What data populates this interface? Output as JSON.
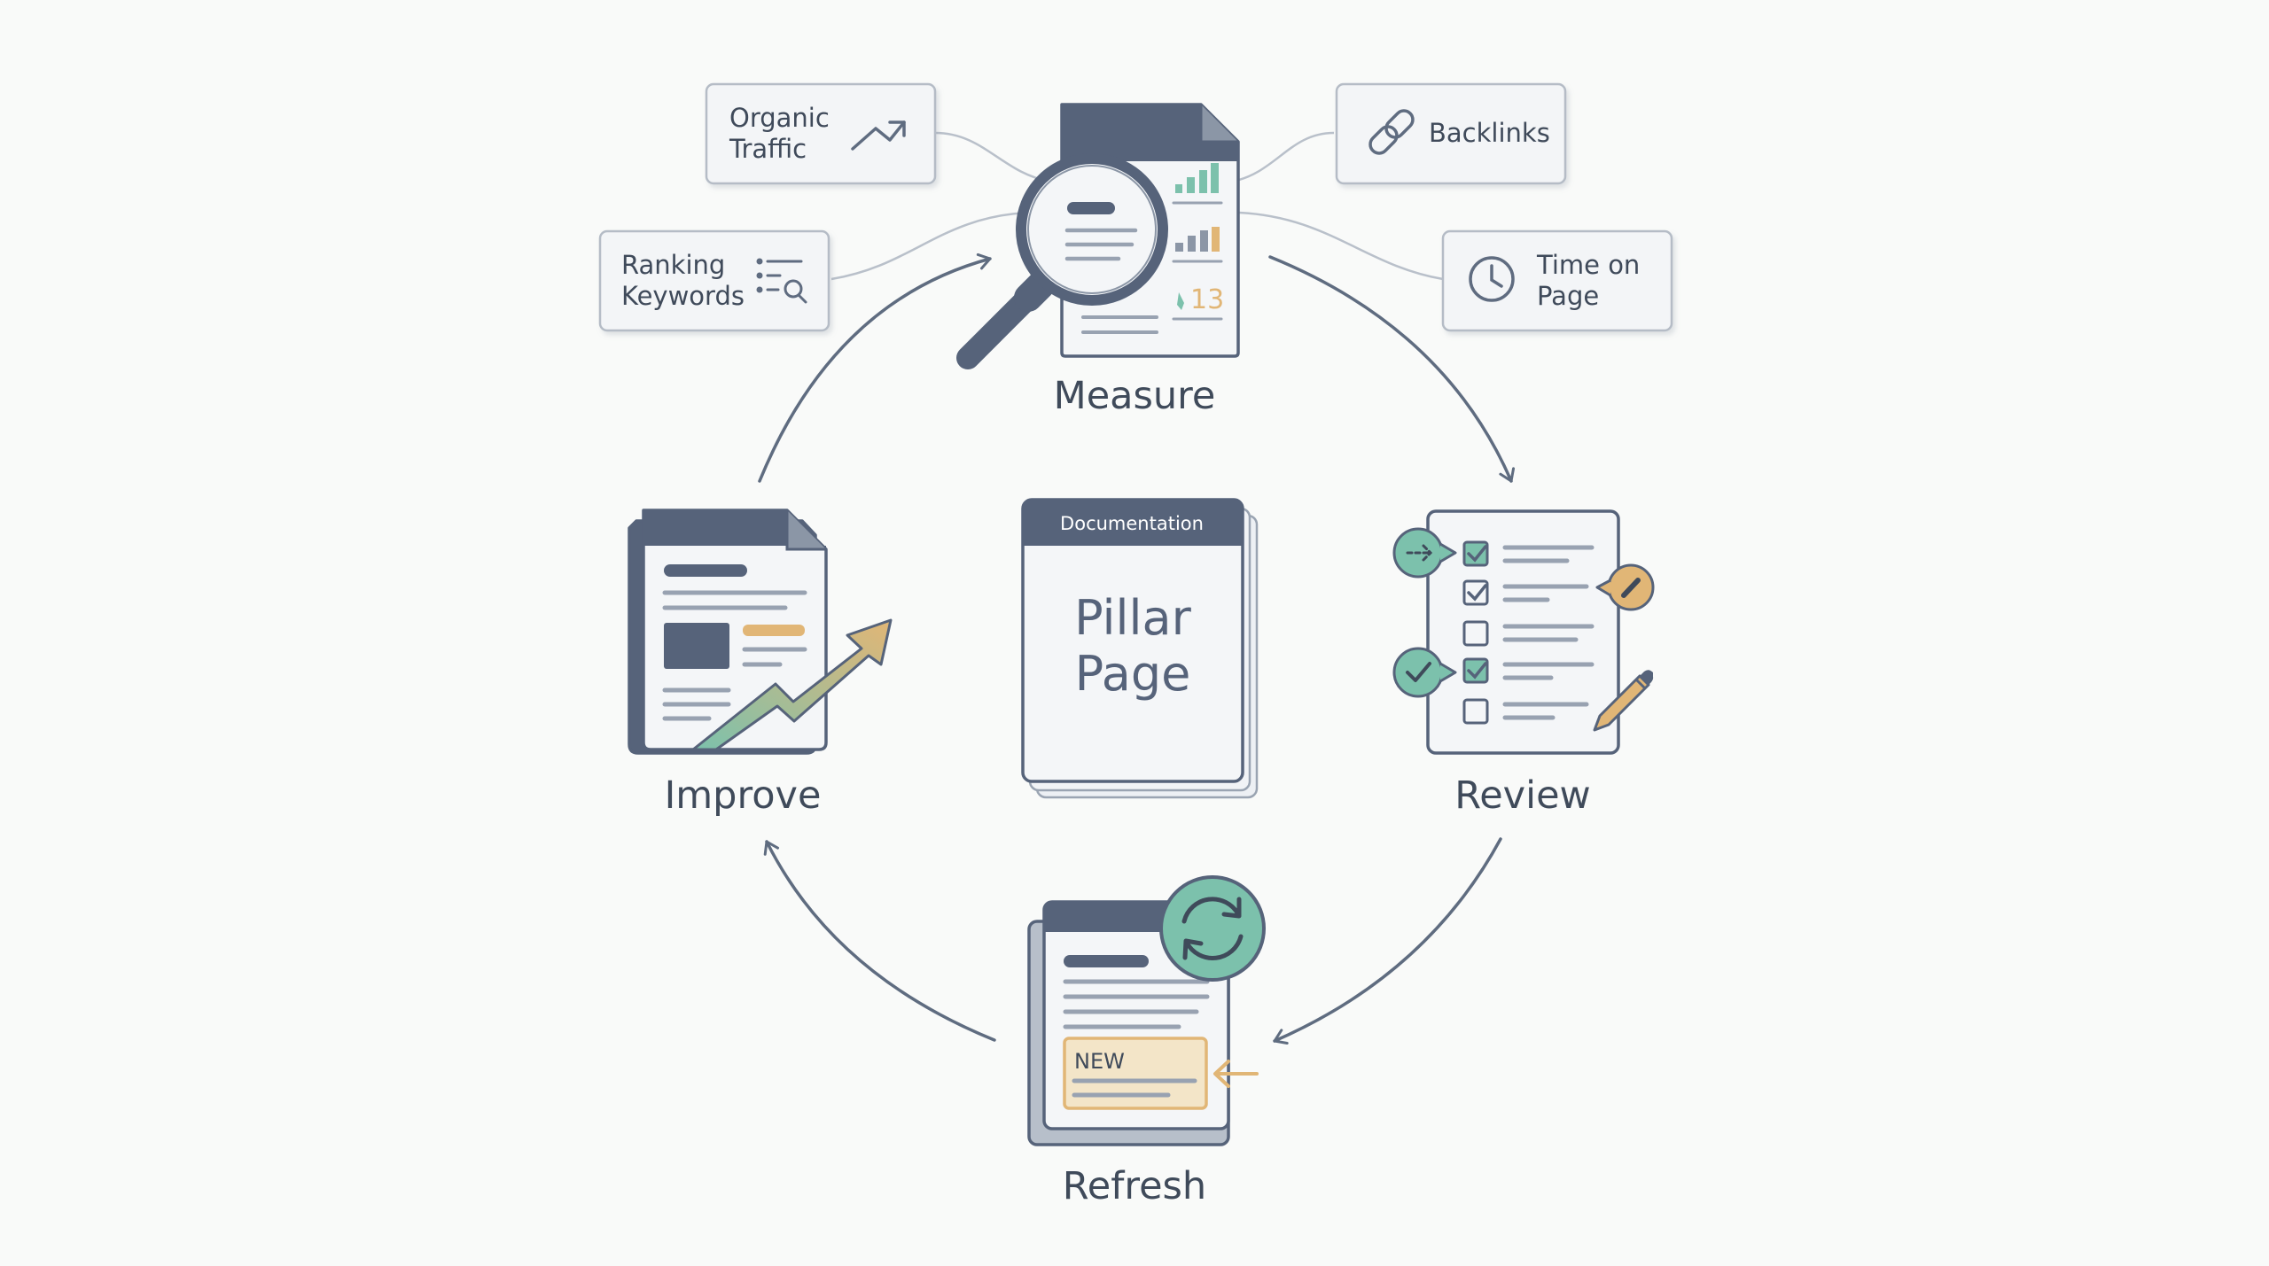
{
  "center": {
    "header": "Documentation",
    "title_line1": "Pillar",
    "title_line2": "Page"
  },
  "stages": {
    "measure": "Measure",
    "review": "Review",
    "refresh": "Refresh",
    "improve": "Improve"
  },
  "metrics": {
    "organic_line1": "Organic",
    "organic_line2": "Traffic",
    "ranking_line1": "Ranking",
    "ranking_line2": "Keywords",
    "backlinks": "Backlinks",
    "time_line1": "Time on",
    "time_line2": "Page"
  },
  "refresh_doc": {
    "badge": "NEW"
  },
  "measure_doc": {
    "value": "13"
  },
  "colors": {
    "slate": "#56637a",
    "teal": "#7cc1ac",
    "gold": "#e1b676",
    "paper": "#f4f6f8",
    "background": "#f9faf9"
  }
}
